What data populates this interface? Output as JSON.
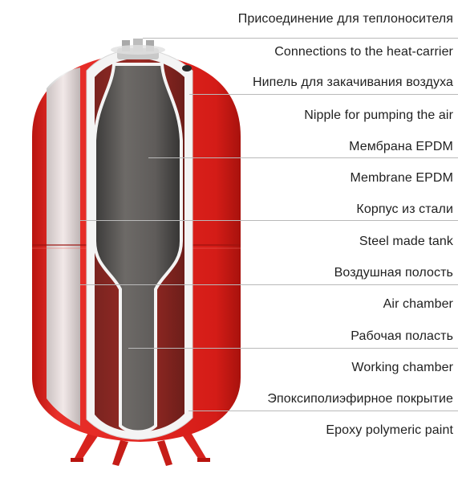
{
  "labels": [
    {
      "ru": "Присоединение для теплоносителя",
      "en": "Connections to the heat-carrier"
    },
    {
      "ru": "Нипель для закачивания воздуха",
      "en": "Nipple for pumping the air"
    },
    {
      "ru": "Мембрана EPDM",
      "en": "Membrane EPDM"
    },
    {
      "ru": "Корпус из стали",
      "en": "Steel made tank"
    },
    {
      "ru": "Воздушная полость",
      "en": "Air chamber"
    },
    {
      "ru": "Рабочая поласть",
      "en": "Working chamber"
    },
    {
      "ru": "Эпоксиполиэфирное покрытие",
      "en": "Epoxy polymeric paint"
    }
  ],
  "colors": {
    "tank_red": "#e0241f",
    "tank_red_dark": "#b8140f",
    "membrane_gray": "#5d5b59",
    "lining_white": "#f4f4f4",
    "leader_line": "#a8a8a8"
  }
}
